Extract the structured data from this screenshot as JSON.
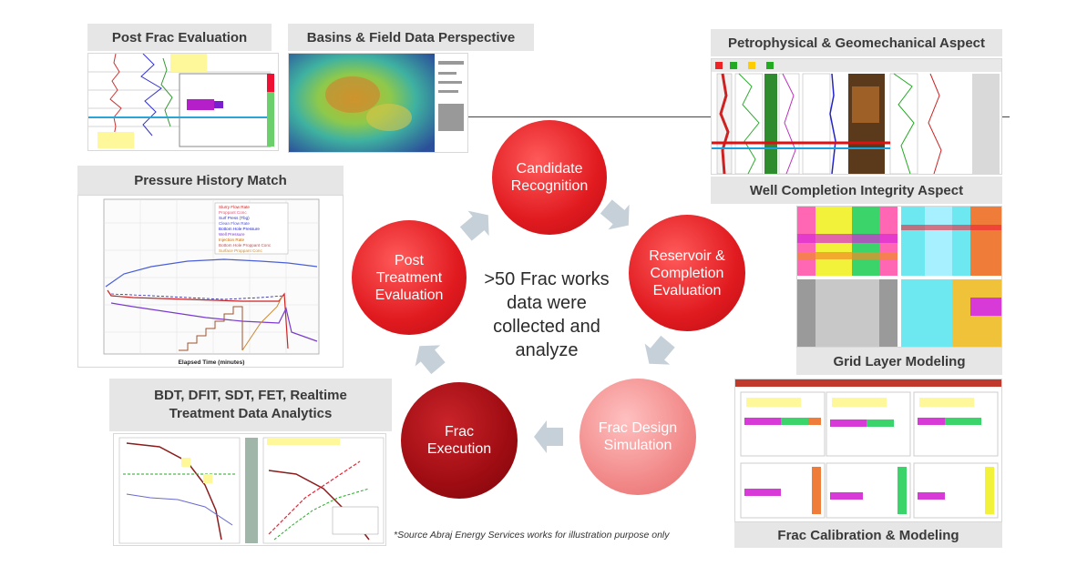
{
  "panels": {
    "post_frac": "Post Frac Evaluation",
    "basins": "Basins & Field Data Perspective",
    "petro": "Petrophysical & Geomechanical Aspect",
    "well_completion": "Well Completion Integrity Aspect",
    "pressure": "Pressure History Match",
    "grid": "Grid Layer Modeling",
    "analytics": "BDT, DFIT, SDT, FET, Realtime\nTreatment Data Analytics",
    "frac_cal": "Frac Calibration & Modeling"
  },
  "cycle": {
    "candidate": "Candidate\nRecognition",
    "reservoir": "Reservoir &\nCompletion\nEvaluation",
    "simulation": "Frac Design\nSimulation",
    "execution": "Frac\nExecution",
    "post": "Post\nTreatment\nEvaluation",
    "center": ">50 Frac works\ndata were\ncollected and\nanalyze"
  },
  "pressure_chart": {
    "xlabel": "Elapsed Time (minutes)",
    "legend": [
      "Slurry Flow Rate",
      "Proppant Conc",
      "Surf Press (Tbg)",
      "Clean Flow Rate",
      "Bottom Hole Pressure",
      "Well Pressure",
      "Injection Rate",
      "Bottom Hole Proppant Conc",
      "Surface Proppant Conc"
    ]
  },
  "source_note": "*Source Abraj Energy Services works for illustration purpose only",
  "colors": {
    "circle_bright": "#e01a1f",
    "circle_dark": "#9e0c12",
    "circle_light": "#f08a8a",
    "arrow": "#c6d0d8"
  }
}
